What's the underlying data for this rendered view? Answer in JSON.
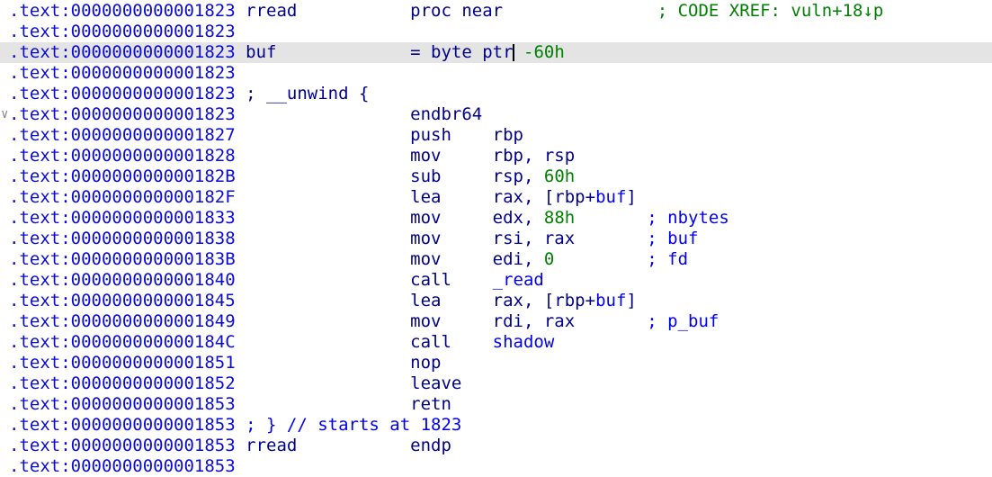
{
  "app": {
    "view_title": "IDA Pro disassembly listing"
  },
  "palette": {
    "background": "#ffffff",
    "highlight_bg": "#e4e4e4",
    "address_blue": "#0b0bd7",
    "keyword_navy": "#00008b",
    "identifier_blue": "#0000f2",
    "comment_blue": "#0000f2",
    "number_green": "#008000",
    "xref_green": "#008000",
    "gutter_gray": "#888888",
    "caret_black": "#000000"
  },
  "icons": {
    "collapse-arrow": "∨"
  },
  "listing": {
    "lines": [
      {
        "segs": [
          [
            "addr",
            ".text:0000000000001823"
          ],
          [
            "sp",
            " "
          ],
          [
            "fn",
            "rread"
          ],
          [
            "sp",
            "           "
          ],
          [
            "kw",
            "proc near"
          ],
          [
            "sp",
            "               "
          ],
          [
            "xref",
            "; CODE XREF: vuln+18↓p"
          ]
        ]
      },
      {
        "segs": [
          [
            "addr",
            ".text:0000000000001823"
          ]
        ]
      },
      {
        "highlight": true,
        "segs": [
          [
            "addr",
            ".text:0000000000001823"
          ],
          [
            "sp",
            " "
          ],
          [
            "fn",
            "buf"
          ],
          [
            "sp",
            "             "
          ],
          [
            "kw",
            "= byte ptr"
          ],
          [
            "caret",
            ""
          ],
          [
            "sp",
            " "
          ],
          [
            "num",
            "-60h"
          ]
        ]
      },
      {
        "segs": [
          [
            "addr",
            ".text:0000000000001823"
          ]
        ]
      },
      {
        "segs": [
          [
            "addr",
            ".text:0000000000001823"
          ],
          [
            "sp",
            " "
          ],
          [
            "meta",
            "; __unwind {"
          ]
        ]
      },
      {
        "gutter": "collapse-arrow",
        "segs": [
          [
            "addr",
            ".text:0000000000001823"
          ],
          [
            "sp",
            "                 "
          ],
          [
            "kw",
            "endbr64"
          ]
        ]
      },
      {
        "segs": [
          [
            "addr",
            ".text:0000000000001827"
          ],
          [
            "sp",
            "                 "
          ],
          [
            "kw",
            "push"
          ],
          [
            "sp",
            "    "
          ],
          [
            "kw",
            "rbp"
          ]
        ]
      },
      {
        "segs": [
          [
            "addr",
            ".text:0000000000001828"
          ],
          [
            "sp",
            "                 "
          ],
          [
            "kw",
            "mov"
          ],
          [
            "sp",
            "     "
          ],
          [
            "kw",
            "rbp, rsp"
          ]
        ]
      },
      {
        "segs": [
          [
            "addr",
            ".text:000000000000182B"
          ],
          [
            "sp",
            "                 "
          ],
          [
            "kw",
            "sub"
          ],
          [
            "sp",
            "     "
          ],
          [
            "kw",
            "rsp, "
          ],
          [
            "num",
            "60h"
          ]
        ]
      },
      {
        "segs": [
          [
            "addr",
            ".text:000000000000182F"
          ],
          [
            "sp",
            "                 "
          ],
          [
            "kw",
            "lea"
          ],
          [
            "sp",
            "     "
          ],
          [
            "kw",
            "rax, [rbp+"
          ],
          [
            "id",
            "buf"
          ],
          [
            "kw",
            "]"
          ]
        ]
      },
      {
        "segs": [
          [
            "addr",
            ".text:0000000000001833"
          ],
          [
            "sp",
            "                 "
          ],
          [
            "kw",
            "mov"
          ],
          [
            "sp",
            "     "
          ],
          [
            "kw",
            "edx, "
          ],
          [
            "num",
            "88h"
          ],
          [
            "sp",
            "       "
          ],
          [
            "cmt",
            "; nbytes"
          ]
        ]
      },
      {
        "segs": [
          [
            "addr",
            ".text:0000000000001838"
          ],
          [
            "sp",
            "                 "
          ],
          [
            "kw",
            "mov"
          ],
          [
            "sp",
            "     "
          ],
          [
            "kw",
            "rsi, rax"
          ],
          [
            "sp",
            "       "
          ],
          [
            "cmt",
            "; buf"
          ]
        ]
      },
      {
        "segs": [
          [
            "addr",
            ".text:000000000000183B"
          ],
          [
            "sp",
            "                 "
          ],
          [
            "kw",
            "mov"
          ],
          [
            "sp",
            "     "
          ],
          [
            "kw",
            "edi, "
          ],
          [
            "num",
            "0"
          ],
          [
            "sp",
            "         "
          ],
          [
            "cmt",
            "; fd"
          ]
        ]
      },
      {
        "segs": [
          [
            "addr",
            ".text:0000000000001840"
          ],
          [
            "sp",
            "                 "
          ],
          [
            "kw",
            "call"
          ],
          [
            "sp",
            "    "
          ],
          [
            "id",
            "_read"
          ]
        ]
      },
      {
        "segs": [
          [
            "addr",
            ".text:0000000000001845"
          ],
          [
            "sp",
            "                 "
          ],
          [
            "kw",
            "lea"
          ],
          [
            "sp",
            "     "
          ],
          [
            "kw",
            "rax, [rbp+"
          ],
          [
            "id",
            "buf"
          ],
          [
            "kw",
            "]"
          ]
        ]
      },
      {
        "segs": [
          [
            "addr",
            ".text:0000000000001849"
          ],
          [
            "sp",
            "                 "
          ],
          [
            "kw",
            "mov"
          ],
          [
            "sp",
            "     "
          ],
          [
            "kw",
            "rdi, rax"
          ],
          [
            "sp",
            "       "
          ],
          [
            "cmt",
            "; p_buf"
          ]
        ]
      },
      {
        "segs": [
          [
            "addr",
            ".text:000000000000184C"
          ],
          [
            "sp",
            "                 "
          ],
          [
            "kw",
            "call"
          ],
          [
            "sp",
            "    "
          ],
          [
            "id",
            "shadow"
          ]
        ]
      },
      {
        "segs": [
          [
            "addr",
            ".text:0000000000001851"
          ],
          [
            "sp",
            "                 "
          ],
          [
            "kw",
            "nop"
          ]
        ]
      },
      {
        "segs": [
          [
            "addr",
            ".text:0000000000001852"
          ],
          [
            "sp",
            "                 "
          ],
          [
            "kw",
            "leave"
          ]
        ]
      },
      {
        "segs": [
          [
            "addr",
            ".text:0000000000001853"
          ],
          [
            "sp",
            "                 "
          ],
          [
            "kw",
            "retn"
          ]
        ]
      },
      {
        "segs": [
          [
            "addr",
            ".text:0000000000001853"
          ],
          [
            "sp",
            " "
          ],
          [
            "cmt",
            "; } // starts at 1823"
          ]
        ]
      },
      {
        "segs": [
          [
            "addr",
            ".text:0000000000001853"
          ],
          [
            "sp",
            " "
          ],
          [
            "fn",
            "rread"
          ],
          [
            "sp",
            "           "
          ],
          [
            "kw",
            "endp"
          ]
        ]
      },
      {
        "segs": [
          [
            "addr",
            ".text:0000000000001853"
          ]
        ]
      }
    ]
  }
}
